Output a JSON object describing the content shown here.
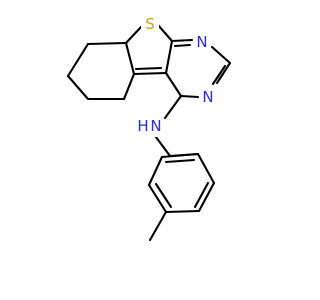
{
  "atoms": {
    "sulfur": {
      "label": "S",
      "color": "#c8a800"
    },
    "n_top": {
      "label": "N",
      "color": "#2b2bd9"
    },
    "n_mid": {
      "label": "N",
      "color": "#2b2bd9"
    },
    "nh": {
      "label": "N",
      "color": "#2b2bd9"
    },
    "nh_h": {
      "label": "H",
      "color": "#2b2bd9"
    }
  }
}
